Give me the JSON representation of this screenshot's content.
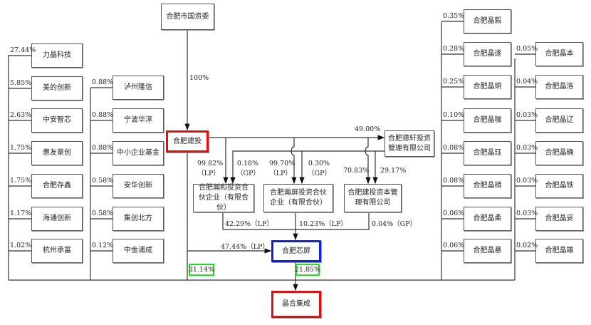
{
  "top": {
    "name": "合肥市国资委",
    "pct": "100%"
  },
  "jiantou": "合肥建投",
  "dexuan": {
    "name": "合肥德轩投资管理有限公司",
    "pct": "49.00%"
  },
  "mid": [
    {
      "name": "合肥瀚和投资合伙企业（有限合伙）",
      "lp": "99.82%（LP）",
      "gp": "0.18%（GP）",
      "out": "42.29%（LP）"
    },
    {
      "name": "合肥瀚屏投资合伙企业（有限合伙）",
      "lp": "99.70%（LP）",
      "gp": "0.30%（GP）",
      "out": "10.23%（LP）"
    },
    {
      "name": "合肥建投资本管理有限公司",
      "lp": "70.83%",
      "gp": "29.17%",
      "out": "0.04%（GP）"
    }
  ],
  "xinping": {
    "name": "合肥芯屏",
    "pct": "47.44%（LP）"
  },
  "jinghe": {
    "name": "晶合集成",
    "jiantou_pct": "31.14%",
    "xinping_pct": "21.85%"
  },
  "left1": [
    {
      "name": "力晶科技",
      "pct": "27.44%"
    },
    {
      "name": "美的创新",
      "pct": "5.85%"
    },
    {
      "name": "中安智芯",
      "pct": "2.63%"
    },
    {
      "name": "惠友豪创",
      "pct": "1.75%"
    },
    {
      "name": "合肥存鑫",
      "pct": "1.75%"
    },
    {
      "name": "海通创新",
      "pct": "1.17%"
    },
    {
      "name": "杭州承富",
      "pct": "1.02%"
    }
  ],
  "left2": [
    {
      "name": "泸州隆信",
      "pct": "0.88%"
    },
    {
      "name": "宁波华淳",
      "pct": "0.88%"
    },
    {
      "name": "中小企业基金",
      "pct": "0.88%"
    },
    {
      "name": "安华创新",
      "pct": "0.58%"
    },
    {
      "name": "集创北方",
      "pct": "0.58%"
    },
    {
      "name": "中金浦成",
      "pct": "0.12%"
    }
  ],
  "right1": [
    {
      "name": "合肥晶毅",
      "pct": "0.35%"
    },
    {
      "name": "合肥晶遂",
      "pct": "0.28%"
    },
    {
      "name": "合肥晶炯",
      "pct": "0.25%"
    },
    {
      "name": "合肥晶咖",
      "pct": "0.10%"
    },
    {
      "name": "合肥晶珏",
      "pct": "0.08%"
    },
    {
      "name": "合肥晶梢",
      "pct": "0.08%"
    },
    {
      "name": "合肥晶柔",
      "pct": "0.06%"
    },
    {
      "name": "合肥晶悬",
      "pct": "0.06%"
    }
  ],
  "right2": [
    {
      "name": "合肥晶本",
      "pct": "0.05%"
    },
    {
      "name": "合肥晶洛",
      "pct": "0.04%"
    },
    {
      "name": "合肥晶辽",
      "pct": "0.03%"
    },
    {
      "name": "合肥晶确",
      "pct": "0.03%"
    },
    {
      "name": "合肥晶铁",
      "pct": "0.03%"
    },
    {
      "name": "合肥晶妥",
      "pct": "0.03%"
    },
    {
      "name": "合肥晶雄",
      "pct": "0.02%"
    }
  ]
}
